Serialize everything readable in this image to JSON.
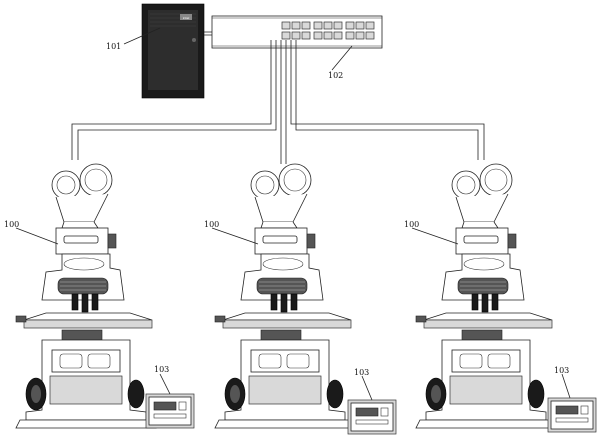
{
  "labels": {
    "computer": "101",
    "switch": "102",
    "microscope": "100",
    "controller": "103"
  },
  "computer": {
    "badge": "intel"
  },
  "microscopes": [
    {
      "id": "left",
      "label": "100",
      "controller_label": "103"
    },
    {
      "id": "center",
      "label": "100",
      "controller_label": "103"
    },
    {
      "id": "right",
      "label": "100",
      "controller_label": "103"
    }
  ]
}
